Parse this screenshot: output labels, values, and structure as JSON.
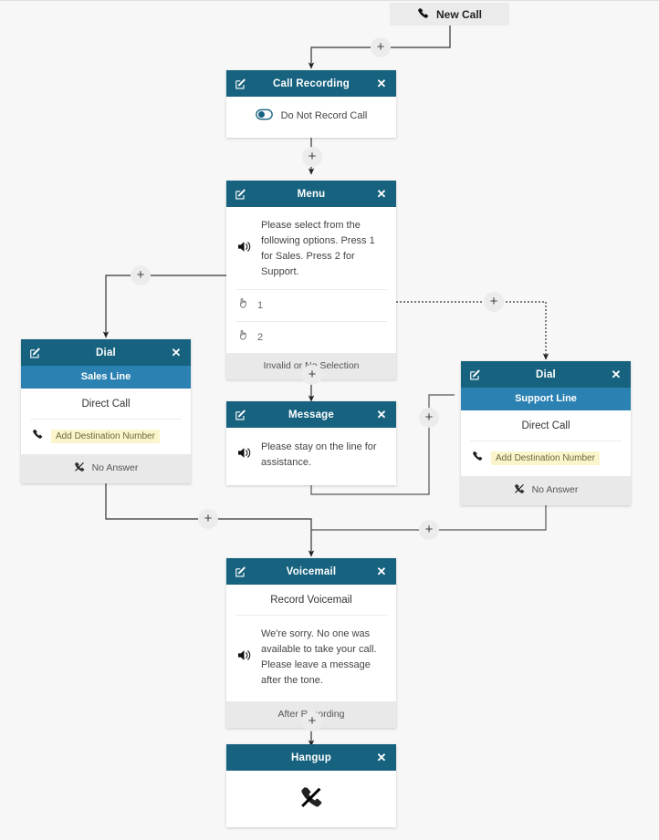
{
  "canvas": {
    "background": "#f7f7f7",
    "header_color": "#16627f",
    "subheader_color": "#2b82b2",
    "footer_color": "#e9e9e9",
    "highlight_color": "#fbf5cc",
    "connector_color": "#ececec"
  },
  "start": {
    "label": "New Call",
    "icon": "phone-icon"
  },
  "nodes": {
    "call_recording": {
      "title": "Call Recording",
      "edit_icon": "edit-square-icon",
      "close_icon": "close-icon",
      "toggle_icon": "toggle-off-icon",
      "toggle_label": "Do Not Record Call"
    },
    "menu": {
      "title": "Menu",
      "edit_icon": "edit-square-icon",
      "close_icon": "close-icon",
      "speaker_icon": "speaker-icon",
      "prompt": "Please select from the following options. Press 1 for Sales. Press 2 for Support.",
      "options": [
        {
          "icon": "hand-pointer-icon",
          "key": "1"
        },
        {
          "icon": "hand-pointer-icon",
          "key": "2"
        }
      ],
      "footer": "Invalid or No Selection"
    },
    "dial_sales": {
      "title": "Dial",
      "edit_icon": "edit-square-icon",
      "close_icon": "close-icon",
      "subtitle": "Sales Line",
      "mode": "Direct Call",
      "destination_icon": "phone-icon",
      "destination_label": "Add Destination Number",
      "footer_icon": "phone-slash-icon",
      "footer": "No Answer"
    },
    "dial_support": {
      "title": "Dial",
      "edit_icon": "edit-square-icon",
      "close_icon": "close-icon",
      "subtitle": "Support Line",
      "mode": "Direct Call",
      "destination_icon": "phone-icon",
      "destination_label": "Add Destination Number",
      "footer_icon": "phone-slash-icon",
      "footer": "No Answer"
    },
    "message": {
      "title": "Message",
      "edit_icon": "edit-square-icon",
      "close_icon": "close-icon",
      "speaker_icon": "speaker-icon",
      "text": "Please stay on the line for assistance."
    },
    "voicemail": {
      "title": "Voicemail",
      "edit_icon": "edit-square-icon",
      "close_icon": "close-icon",
      "mode": "Record Voicemail",
      "speaker_icon": "speaker-icon",
      "text": "We're sorry. No one was available to take your call. Please leave a message after the tone.",
      "footer": "After Recording"
    },
    "hangup": {
      "title": "Hangup",
      "close_icon": "close-icon",
      "icon": "phone-slash-icon"
    }
  },
  "connectors": [
    {
      "name": "add-step-after-new-call"
    },
    {
      "name": "add-step-after-call-recording"
    },
    {
      "name": "add-step-menu-option-1"
    },
    {
      "name": "add-step-menu-option-2"
    },
    {
      "name": "add-step-after-invalid-selection"
    },
    {
      "name": "add-step-message-to-voicemail"
    },
    {
      "name": "add-step-sales-no-answer"
    },
    {
      "name": "add-step-support-no-answer"
    },
    {
      "name": "add-step-after-voicemail"
    }
  ]
}
